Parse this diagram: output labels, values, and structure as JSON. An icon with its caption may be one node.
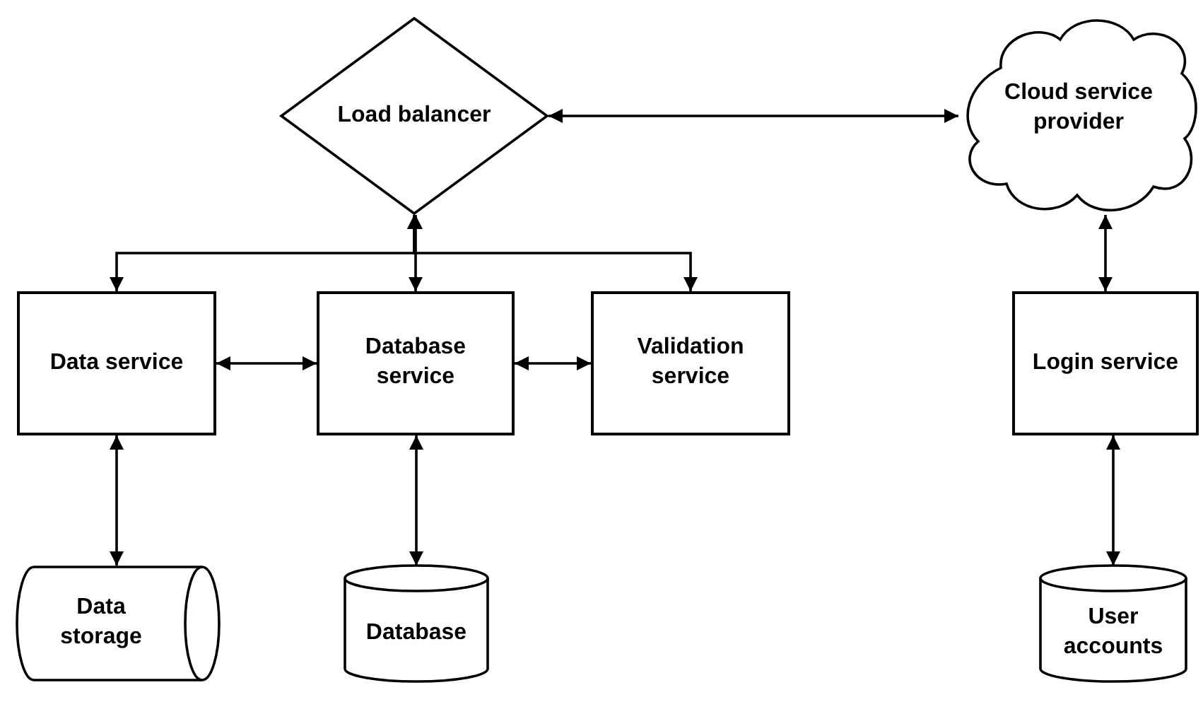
{
  "diagram": {
    "nodes": [
      {
        "text": [
          "Load balancer"
        ]
      },
      {
        "text": [
          "Cloud service provider"
        ]
      },
      {
        "text": [
          "Data service"
        ]
      },
      {
        "text": [
          "Database service"
        ]
      },
      {
        "text": [
          "Validation service"
        ]
      },
      {
        "text": [
          "Login service"
        ]
      },
      {
        "text": [
          "Data storage"
        ]
      },
      {
        "text": [
          "Database"
        ]
      },
      {
        "text": [
          "User accounts"
        ]
      }
    ],
    "edges": [
      {
        "from": 0,
        "to": 1,
        "arrow": "both"
      },
      {
        "from": 0,
        "to": 2,
        "arrow": "both"
      },
      {
        "from": 0,
        "to": 3,
        "arrow": "both"
      },
      {
        "from": 0,
        "to": 4,
        "arrow": "both"
      },
      {
        "from": 2,
        "to": 3,
        "arrow": "both"
      },
      {
        "from": 3,
        "to": 4,
        "arrow": "both"
      },
      {
        "from": 1,
        "to": 5,
        "arrow": "both"
      },
      {
        "from": 2,
        "to": 6,
        "arrow": "both"
      },
      {
        "from": 3,
        "to": 7,
        "arrow": "both"
      },
      {
        "from": 5,
        "to": 8,
        "arrow": "both"
      }
    ]
  }
}
